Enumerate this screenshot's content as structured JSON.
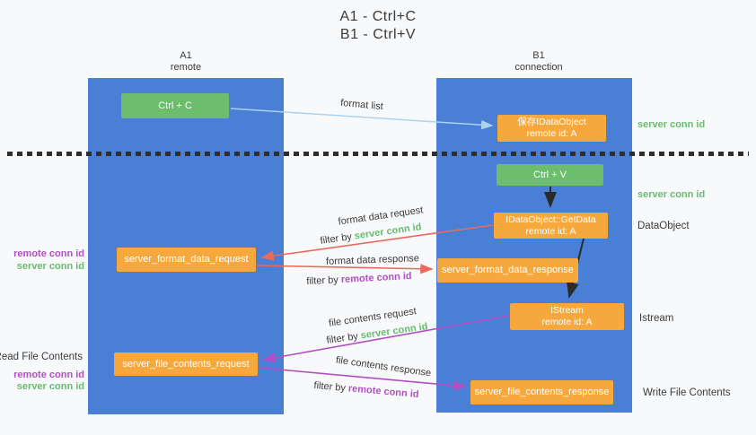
{
  "title": {
    "line1": "A1 - Ctrl+C",
    "line2": "B1 - Ctrl+V"
  },
  "lanes": {
    "a": {
      "name": "A1",
      "subtitle": "remote"
    },
    "b": {
      "name": "B1",
      "subtitle": "connection"
    }
  },
  "nodes": {
    "ctrl_c": {
      "label": "Ctrl + C"
    },
    "save_idataobject": {
      "line1": "保存IDataObject",
      "line2": "remote id: A"
    },
    "ctrl_v": {
      "label": "Ctrl + V"
    },
    "getdata": {
      "line1": "IDataObject::GetData",
      "line2": "remote id: A"
    },
    "server_format_data_request": {
      "label": "server_format_data_request"
    },
    "server_format_data_response": {
      "label": "server_format_data_response"
    },
    "istream": {
      "line1": "IStream",
      "line2": "remote id: A"
    },
    "server_file_contents_request": {
      "label": "server_file_contents_request"
    },
    "server_file_contents_response": {
      "label": "server_file_contents_response"
    }
  },
  "edge_labels": {
    "format_list": "format list",
    "format_data_request": "format data request",
    "format_data_response": "format data response",
    "file_contents_request": "file contents request",
    "file_contents_response": "file contents response",
    "filter_by": "filter by",
    "server_conn_id": "server conn id",
    "remote_conn_id": "remote conn id"
  },
  "right_labels": {
    "server_conn_id_top": "server conn id",
    "server_conn_id_mid": "server conn id",
    "dataobject": "DataObject",
    "istream": "Istream",
    "write_file_contents": "Write File Contents"
  },
  "left_labels": {
    "format_remote_conn_id": "remote conn id",
    "format_server_conn_id": "server conn id",
    "read_file_contents": "Read File Contents",
    "file_remote_conn_id": "remote conn id",
    "file_server_conn_id": "server conn id"
  },
  "colors": {
    "lane_blue": "#4a7fd6",
    "node_green": "#6cbd6c",
    "node_orange": "#f7a83c",
    "arrow_light_blue": "#a9d3f2",
    "arrow_red": "#e96a5c",
    "arrow_purple": "#b14fc2",
    "arrow_black": "#2b2b2b",
    "text_green": "#67bd6d",
    "text_purple": "#b14fc2",
    "text_dark": "#3a3a3a"
  }
}
